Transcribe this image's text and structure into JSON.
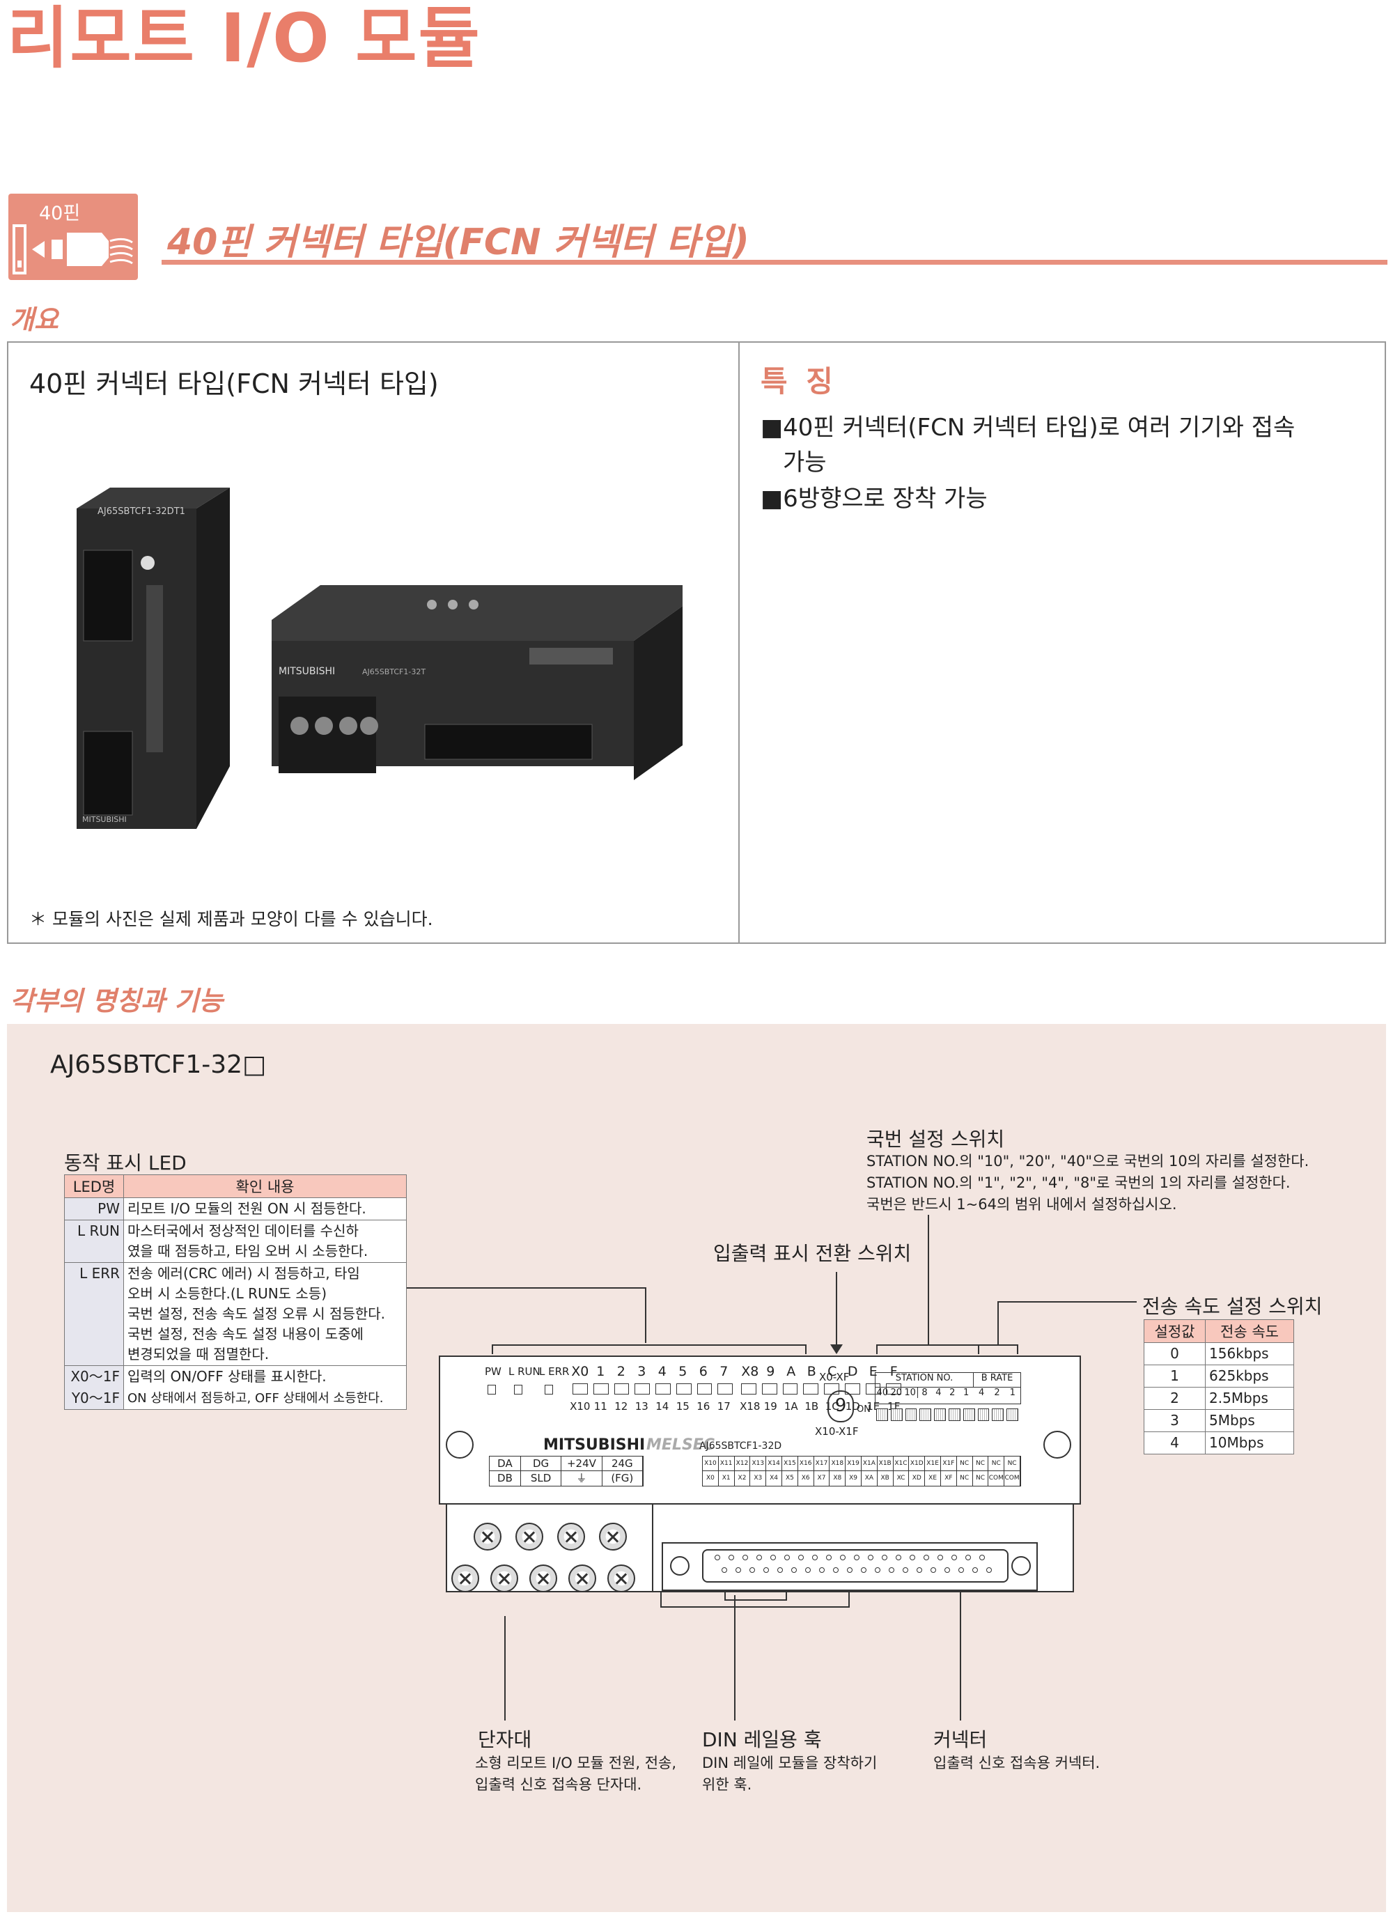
{
  "page": {
    "title": "리모트 I/O 모듈"
  },
  "badge": {
    "label": "40핀",
    "icon": "connector-icon"
  },
  "section": {
    "title": "40핀 커넥터 타입(FCN 커넥터 타입)"
  },
  "overview": {
    "heading": "개요",
    "product_label": "40핀 커넥터 타입(FCN 커넥터 타입)",
    "photo_note": "＊ 모듈의 사진은 실제 제품과 모양이 다를 수 있습니다.",
    "photo_texts": {
      "brand": "MITSUBISHI",
      "model_unit1": "AJ65SBTCF1-32DT1",
      "model_unit2": "AJ65SBTCF1-32T"
    },
    "features_title": "특 징",
    "features": [
      "■40핀 커넥터(FCN 커넥터 타입)로 여러 기기와 접속",
      "가능",
      "■6방향으로 장착 가능"
    ]
  },
  "functions": {
    "heading": "각부의 명칭과 기능",
    "model": "AJ65SBTCF1-32□",
    "led": {
      "title": "동작 표시 LED",
      "headers": [
        "LED명",
        "확인 내용"
      ],
      "rows": [
        {
          "name": "PW",
          "desc": [
            "리모트 I/O 모듈의 전원 ON 시 점등한다."
          ]
        },
        {
          "name": "L RUN",
          "desc": [
            "마스터국에서 정상적인 데이터를 수신하",
            "였을 때 점등하고, 타임 오버 시 소등한다."
          ]
        },
        {
          "name": "L ERR",
          "desc": [
            "전송 에러(CRC 에러) 시 점등하고, 타임",
            "오버 시 소등한다.(L RUN도 소등)",
            "국번 설정, 전송 속도 설정 오류 시 점등한다.",
            "국번 설정, 전송 속도 설정 내용이 도중에",
            "변경되었을 때 점멸한다."
          ]
        },
        {
          "name": "X0～1F",
          "desc": [
            "입력의 ON/OFF 상태를 표시한다."
          ]
        },
        {
          "name": "Y0～1F",
          "desc": [
            "ON 상태에서 점등하고, OFF 상태에서 소등한다."
          ]
        }
      ]
    },
    "station": {
      "title": "국번 설정 스위치",
      "desc": [
        "STATION NO.의 \"10\", \"20\", \"40\"으로 국번의 10의 자리를 설정한다.",
        "STATION NO.의 \"1\", \"2\", \"4\", \"8\"로 국번의 1의 자리를 설정한다.",
        "국번은 반드시 1~64의 범위 내에서 설정하십시오."
      ]
    },
    "io_switch": {
      "title": "입출력 표시 전환 스위치"
    },
    "speed": {
      "title": "전송 속도 설정 스위치",
      "headers": [
        "설정값",
        "전송 속도"
      ],
      "rows": [
        [
          "0",
          "156kbps"
        ],
        [
          "1",
          "625kbps"
        ],
        [
          "2",
          "2.5Mbps"
        ],
        [
          "3",
          "5Mbps"
        ],
        [
          "4",
          "10Mbps"
        ]
      ]
    },
    "terminal": {
      "title": "단자대",
      "desc": [
        "소형 리모트 I/O 모듈 전원, 전송,",
        "입출력 신호 접속용 단자대."
      ]
    },
    "din": {
      "title": "DIN 레일용 훅",
      "desc": [
        "DIN 레일에 모듈을 장착하기",
        "위한 훅."
      ]
    },
    "connector": {
      "title": "커넥터",
      "desc": [
        "입출력 신호 접속용 커넥터."
      ]
    },
    "diagram": {
      "brand": "MITSUBISHI",
      "melsec": "MELSEC",
      "model": "AJ65SBTCF1-32D",
      "leds_top": [
        "PW",
        "L RUN",
        "L ERR"
      ],
      "x_top": [
        "X0",
        "1",
        "2",
        "3",
        "4",
        "5",
        "6",
        "7",
        "X8",
        "9",
        "A",
        "B",
        "C",
        "D",
        "E",
        "F"
      ],
      "x_bottom": [
        "X10",
        "11",
        "12",
        "13",
        "14",
        "15",
        "16",
        "17",
        "X18",
        "19",
        "1A",
        "1B",
        "1C",
        "1D",
        "1E",
        "1F"
      ],
      "xo_xf": "X0-XF",
      "x10_x1f": "X10-X1F",
      "rotary_value": "9",
      "on": "ON",
      "station_label": "STATION NO.",
      "brate_label": "B RATE",
      "station_bits": [
        "40",
        "20",
        "10",
        "8",
        "4",
        "2",
        "1"
      ],
      "brate_bits": [
        "4",
        "2",
        "1"
      ],
      "term_top": [
        "DA",
        "DG",
        "+24V",
        "24G"
      ],
      "term_bottom": [
        "DB",
        "SLD",
        "⏚",
        "(FG)"
      ],
      "pin_top": [
        "X10",
        "X11",
        "X12",
        "X13",
        "X14",
        "X15",
        "X16",
        "X17",
        "X18",
        "X19",
        "X1A",
        "X1B",
        "X1C",
        "X1D",
        "X1E",
        "X1F",
        "NC",
        "NC",
        "NC",
        "NC"
      ],
      "pin_bottom": [
        "X0",
        "X1",
        "X2",
        "X3",
        "X4",
        "X5",
        "X6",
        "X7",
        "X8",
        "X9",
        "XA",
        "XB",
        "XC",
        "XD",
        "XE",
        "XF",
        "NC",
        "NC",
        "COM",
        "COM"
      ]
    }
  }
}
